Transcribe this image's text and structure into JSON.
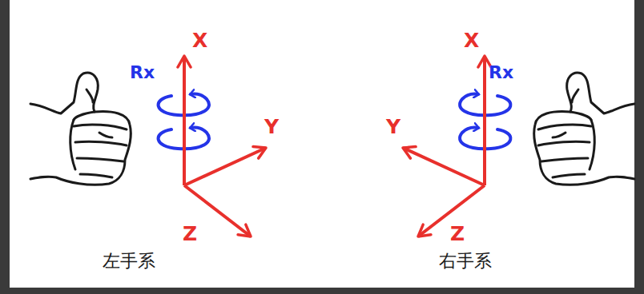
{
  "diagram": {
    "labels": [
      "X",
      "Rx",
      "Y",
      "Z",
      "左手系",
      "X",
      "Rx",
      "Y",
      "Z",
      "右手系"
    ]
  }
}
